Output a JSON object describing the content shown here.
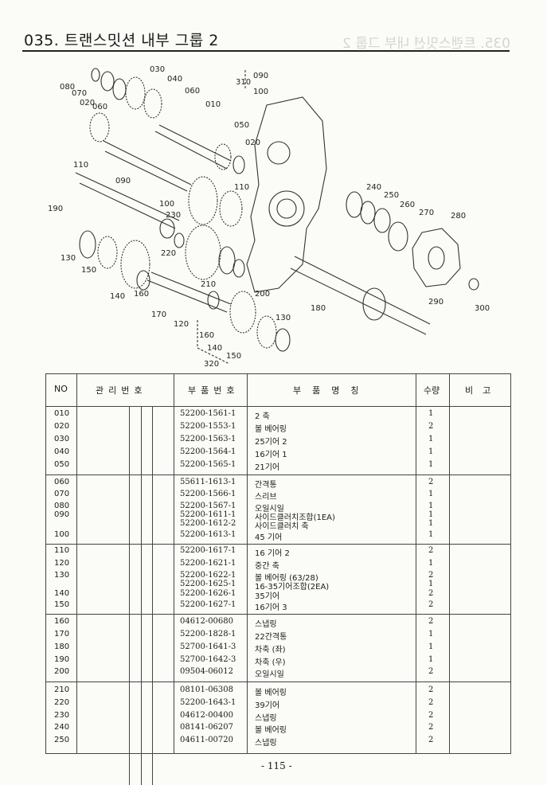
{
  "header": {
    "title": "035. 트랜스밋션 내부 그룹 2"
  },
  "diagram": {
    "callouts": [
      "080",
      "070",
      "020",
      "060",
      "030",
      "040",
      "060",
      "010",
      "050",
      "020",
      "310",
      "090",
      "100",
      "110",
      "090",
      "190",
      "100",
      "230",
      "110",
      "240",
      "250",
      "260",
      "270",
      "280",
      "130",
      "150",
      "220",
      "210",
      "140",
      "160",
      "170",
      "200",
      "180",
      "290",
      "300",
      "120",
      "160",
      "130",
      "140",
      "150",
      "320"
    ]
  },
  "table": {
    "headers": {
      "no": "NO",
      "mgmt": "관리번호",
      "part_no": "부품번호",
      "name": "부품명칭",
      "qty": "수량",
      "remark": "비고"
    },
    "groups": [
      [
        {
          "no": "010",
          "part_no": "52200-1561-1",
          "name": "2 축",
          "qty": "1"
        },
        {
          "no": "020",
          "part_no": "52200-1553-1",
          "name": "볼 베어링",
          "qty": "2"
        },
        {
          "no": "030",
          "part_no": "52200-1563-1",
          "name": "25기어 2",
          "qty": "1"
        },
        {
          "no": "040",
          "part_no": "52200-1564-1",
          "name": "16기어 1",
          "qty": "1"
        },
        {
          "no": "050",
          "part_no": "52200-1565-1",
          "name": "21기어",
          "qty": "1"
        }
      ],
      [
        {
          "no": "060",
          "part_no": "55611-1613-1",
          "name": "간격통",
          "qty": "2"
        },
        {
          "no": "070",
          "part_no": "52200-1566-1",
          "name": "스리브",
          "qty": "1"
        },
        {
          "no": "080",
          "part_no": "52200-1567-1",
          "name": "오일시일",
          "qty": "1"
        },
        {
          "no": "090",
          "part_no": "52200-1611-1",
          "name": "사이드클러치조합(1EA)",
          "qty": "1"
        },
        {
          "no": "",
          "part_no": "52200-1612-2",
          "name": "사이드클러치 축",
          "qty": "1"
        },
        {
          "no": "100",
          "part_no": "52200-1613-1",
          "name": "45 기어",
          "qty": "1"
        }
      ],
      [
        {
          "no": "110",
          "part_no": "52200-1617-1",
          "name": "16 기어 2",
          "qty": "2"
        },
        {
          "no": "120",
          "part_no": "52200-1621-1",
          "name": "중간 축",
          "qty": "1"
        },
        {
          "no": "130",
          "part_no": "52200-1622-1",
          "name": "볼 베어링 (63/28)",
          "qty": "2"
        },
        {
          "no": "",
          "part_no": "52200-1625-1",
          "name": "16-35기어조합(2EA)",
          "qty": "1"
        },
        {
          "no": "140",
          "part_no": "52200-1626-1",
          "name": "35기어",
          "qty": "2"
        },
        {
          "no": "150",
          "part_no": "52200-1627-1",
          "name": "16기어 3",
          "qty": "2"
        }
      ],
      [
        {
          "no": "160",
          "part_no": "04612-00680",
          "name": "스냅링",
          "qty": "2"
        },
        {
          "no": "170",
          "part_no": "52200-1828-1",
          "name": "22간격통",
          "qty": "1"
        },
        {
          "no": "180",
          "part_no": "52700-1641-3",
          "name": "차축 (좌)",
          "qty": "1"
        },
        {
          "no": "190",
          "part_no": "52700-1642-3",
          "name": "차축 (우)",
          "qty": "1"
        },
        {
          "no": "200",
          "part_no": "09504-06012",
          "name": "오일시일",
          "qty": "2"
        }
      ],
      [
        {
          "no": "210",
          "part_no": "08101-06308",
          "name": "볼 베어링",
          "qty": "2"
        },
        {
          "no": "220",
          "part_no": "52200-1643-1",
          "name": "39기어",
          "qty": "2"
        },
        {
          "no": "230",
          "part_no": "04612-00400",
          "name": "스냅링",
          "qty": "2"
        },
        {
          "no": "240",
          "part_no": "08141-06207",
          "name": "볼 베어링",
          "qty": "2"
        },
        {
          "no": "250",
          "part_no": "04611-00720",
          "name": "스냅링",
          "qty": "2"
        }
      ]
    ]
  },
  "footer": {
    "page": "- 115 -"
  }
}
